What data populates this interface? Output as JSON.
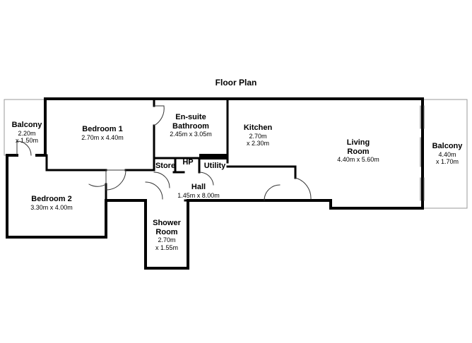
{
  "title": "Floor Plan",
  "rooms": {
    "balcony_left": {
      "name": "Balcony",
      "dim1": "2.20m",
      "dim2": "x 1.50m"
    },
    "bedroom1": {
      "name": "Bedroom 1",
      "dim1": "2.70m x 4.40m"
    },
    "ensuite": {
      "name1": "En-suite",
      "name2": "Bathroom",
      "dim1": "2.45m x 3.05m"
    },
    "kitchen": {
      "name": "Kitchen",
      "dim1": "2.70m",
      "dim2": "x 2.30m"
    },
    "living": {
      "name1": "Living",
      "name2": "Room",
      "dim1": "4.40m x 5.60m"
    },
    "balcony_right": {
      "name": "Balcony",
      "dim1": "4.40m",
      "dim2": "x 1.70m"
    },
    "bedroom2": {
      "name": "Bedroom 2",
      "dim1": "3.30m x 4.00m"
    },
    "hall": {
      "name": "Hall",
      "dim1": "1.45m x 8.00m"
    },
    "shower": {
      "name1": "Shower",
      "name2": "Room",
      "dim1": "2.70m",
      "dim2": "x 1.55m"
    },
    "store": {
      "name": "Store"
    },
    "hp": {
      "name": "HP"
    },
    "utility": {
      "name": "Utility"
    }
  }
}
